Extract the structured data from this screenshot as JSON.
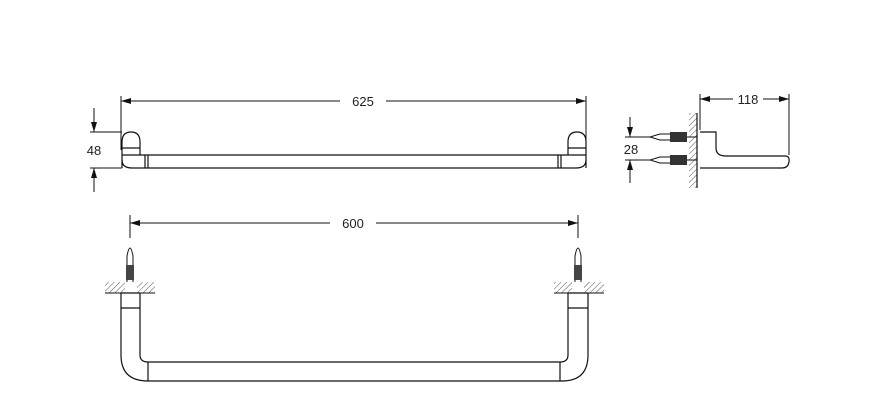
{
  "drawing": {
    "subject": "towel bar technical drawing",
    "views": {
      "top_view": {
        "overall_length_label": "625",
        "height_label": "48"
      },
      "side_view": {
        "depth_label": "118",
        "fixing_spacing_label": "28"
      },
      "front_view": {
        "centers_label": "600"
      }
    },
    "colors": {
      "line": "#111111",
      "hatch": "#555555",
      "background": "#ffffff"
    }
  }
}
